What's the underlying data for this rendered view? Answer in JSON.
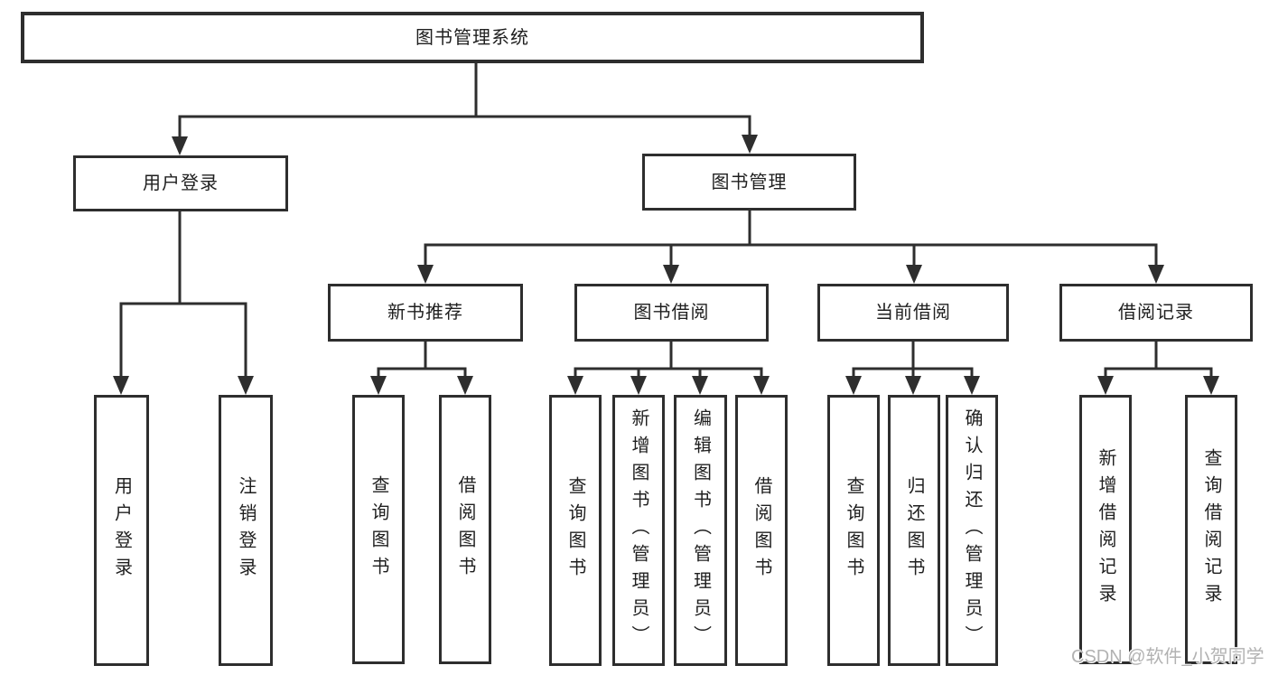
{
  "title": "图书管理系统",
  "colors": {
    "background": "#ffffff",
    "line": "#2e2e2e",
    "border": "#2e2e2e",
    "text": "#1f1f1f",
    "watermark": "#b2b2b2"
  },
  "tree": {
    "root": {
      "label": "图书管理系统"
    },
    "branches": [
      {
        "label": "用户登录",
        "children": [
          {
            "label": "用户登录"
          },
          {
            "label": "注销登录"
          }
        ]
      },
      {
        "label": "图书管理",
        "sections": [
          {
            "label": "新书推荐",
            "children": [
              {
                "label": "查询图书"
              },
              {
                "label": "借阅图书"
              }
            ]
          },
          {
            "label": "图书借阅",
            "children": [
              {
                "label": "查询图书"
              },
              {
                "label": "新增图书（管理员）"
              },
              {
                "label": "编辑图书（管理员）"
              },
              {
                "label": "借阅图书"
              }
            ]
          },
          {
            "label": "当前借阅",
            "children": [
              {
                "label": "查询图书"
              },
              {
                "label": "归还图书"
              },
              {
                "label": "确认归还（管理员）"
              }
            ]
          },
          {
            "label": "借阅记录",
            "children": [
              {
                "label": "新增借阅记录"
              },
              {
                "label": "查询借阅记录"
              }
            ]
          }
        ]
      }
    ]
  },
  "watermark": {
    "text": "CSDN @软件_小贺同学"
  }
}
